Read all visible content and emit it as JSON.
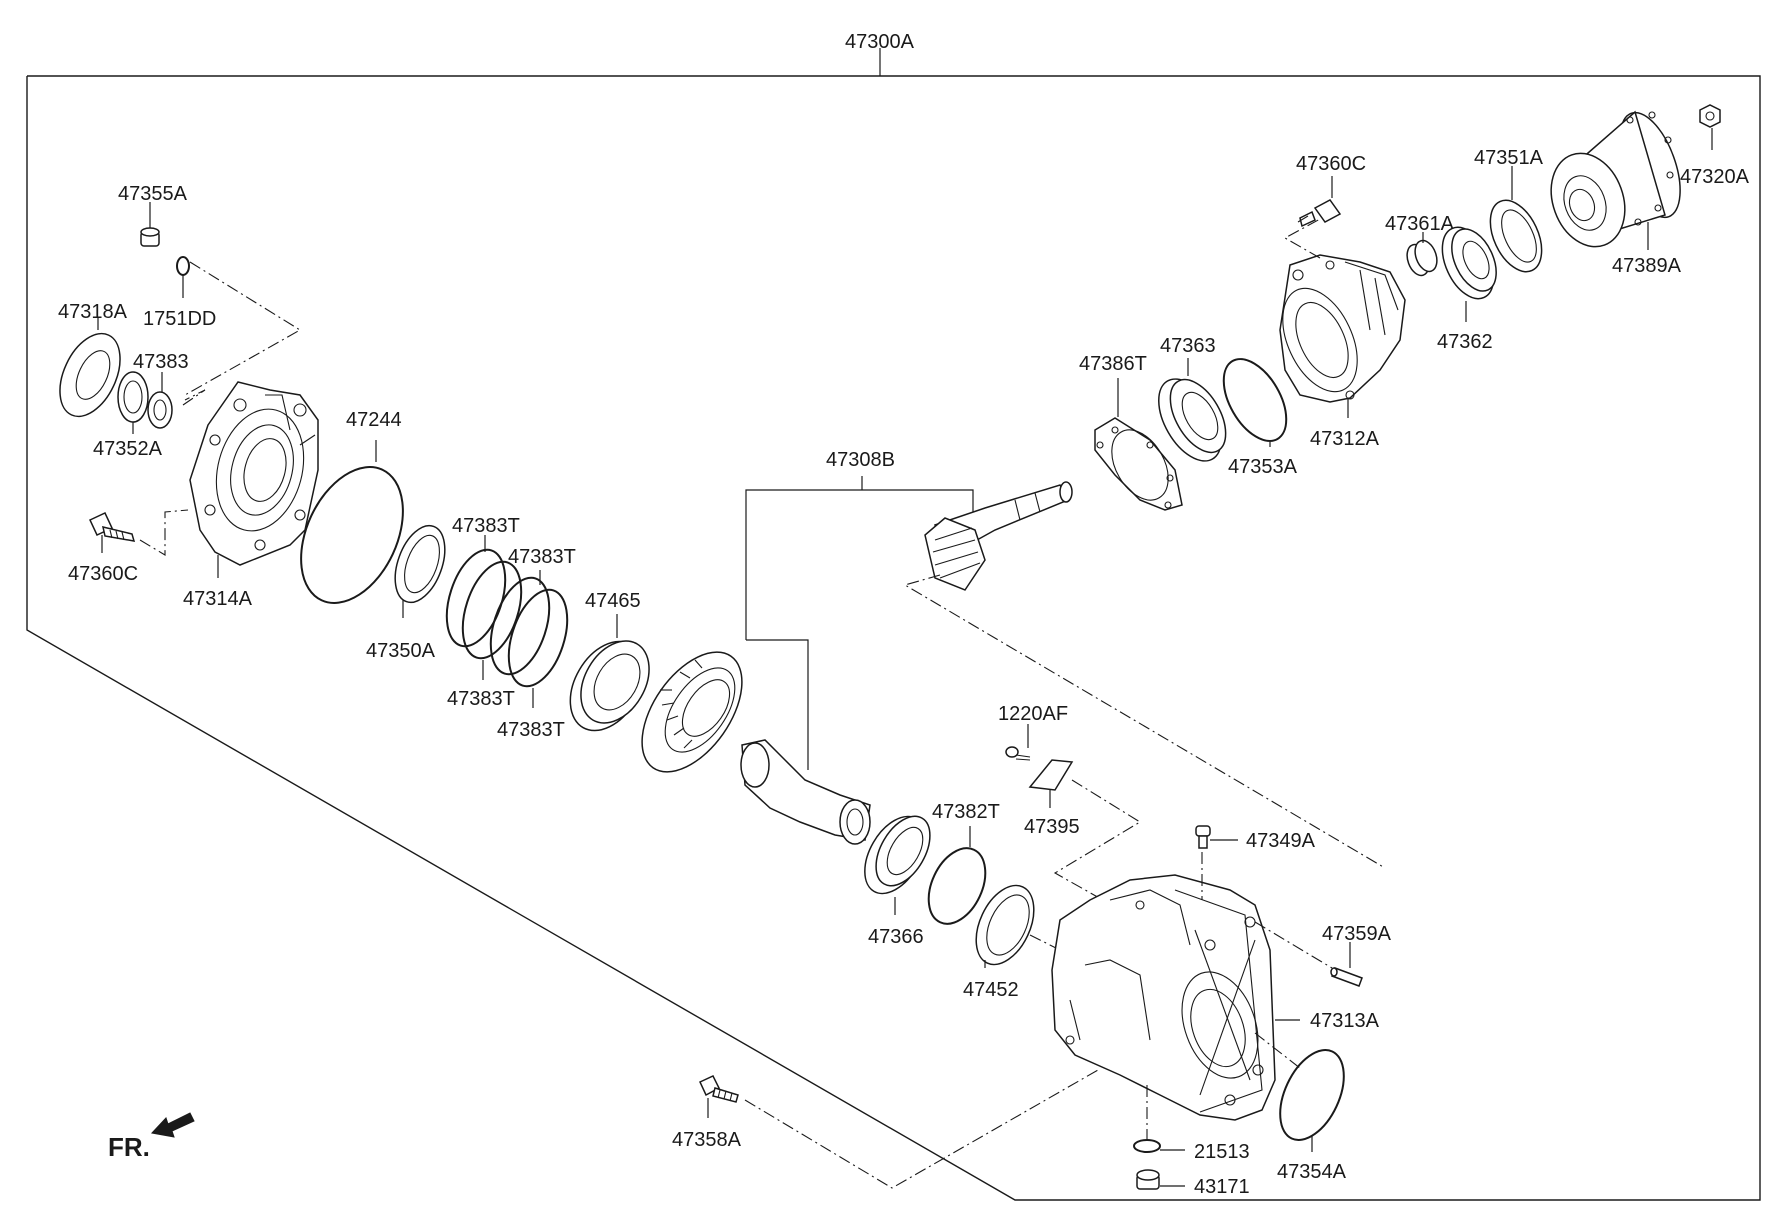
{
  "assembly_label": "47300A",
  "fr_label": "FR.",
  "parts": {
    "p47355A": "47355A",
    "p1751DD": "1751DD",
    "p47318A": "47318A",
    "p47383": "47383",
    "p47352A": "47352A",
    "p47360C_left": "47360C",
    "p47314A": "47314A",
    "p47244": "47244",
    "p47350A": "47350A",
    "p47383T_a": "47383T",
    "p47383T_b": "47383T",
    "p47383T_c": "47383T",
    "p47383T_d": "47383T",
    "p47465": "47465",
    "p47308B": "47308B",
    "p47386T": "47386T",
    "p47363": "47363",
    "p47353A": "47353A",
    "p47312A": "47312A",
    "p47360C_right": "47360C",
    "p47361A": "47361A",
    "p47362": "47362",
    "p47351A": "47351A",
    "p47389A": "47389A",
    "p47320A": "47320A",
    "p1220AF": "1220AF",
    "p47395": "47395",
    "p47382T": "47382T",
    "p47366": "47366",
    "p47452": "47452",
    "p47349A": "47349A",
    "p47359A": "47359A",
    "p47313A": "47313A",
    "p47358A": "47358A",
    "p21513": "21513",
    "p47354A": "47354A",
    "p43171": "43171"
  },
  "icons": {
    "front_arrow": "arrow-icon"
  }
}
